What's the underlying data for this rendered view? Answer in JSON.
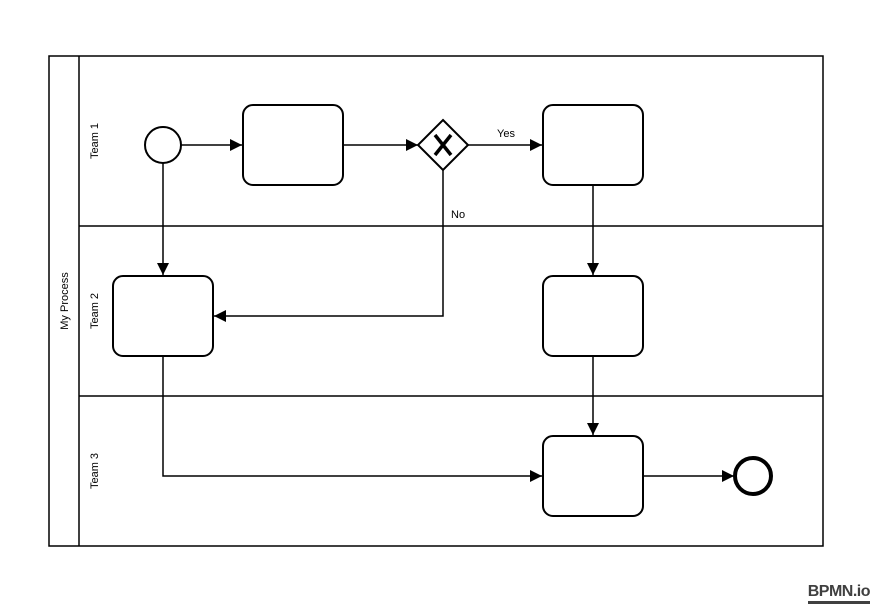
{
  "pool": {
    "label": "My Process"
  },
  "lanes": [
    {
      "label": "Team 1"
    },
    {
      "label": "Team 2"
    },
    {
      "label": "Team 3"
    }
  ],
  "gateway": {
    "symbol": "X"
  },
  "flows": {
    "yes_label": "Yes",
    "no_label": "No"
  },
  "watermark": {
    "text": "BPMN.io"
  }
}
